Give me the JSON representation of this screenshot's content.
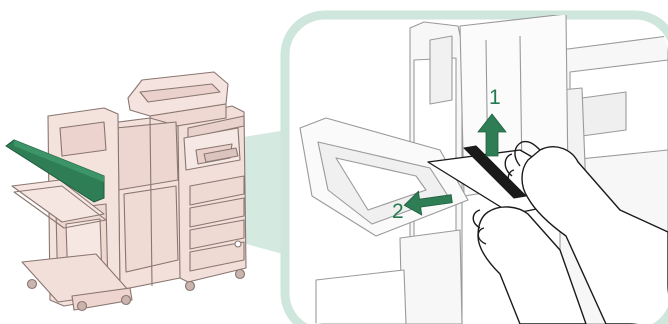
{
  "illustration": {
    "subject": "copier-with-finisher",
    "callout": "paper-removal-from-output-tray",
    "steps": [
      {
        "label": "1",
        "arrow": "up"
      },
      {
        "label": "2",
        "arrow": "left"
      }
    ]
  },
  "colors": {
    "machine_body": "#f3e1dc",
    "machine_outline": "#8a7670",
    "highlight_tray": "#2e7d55",
    "callout_border": "#cfe6dc",
    "callout_beam": "#cfe6dc",
    "arrow": "#2e7d55",
    "hand_outline": "#1a1a1a"
  },
  "icons": [
    "up-arrow-icon",
    "left-arrow-icon"
  ]
}
